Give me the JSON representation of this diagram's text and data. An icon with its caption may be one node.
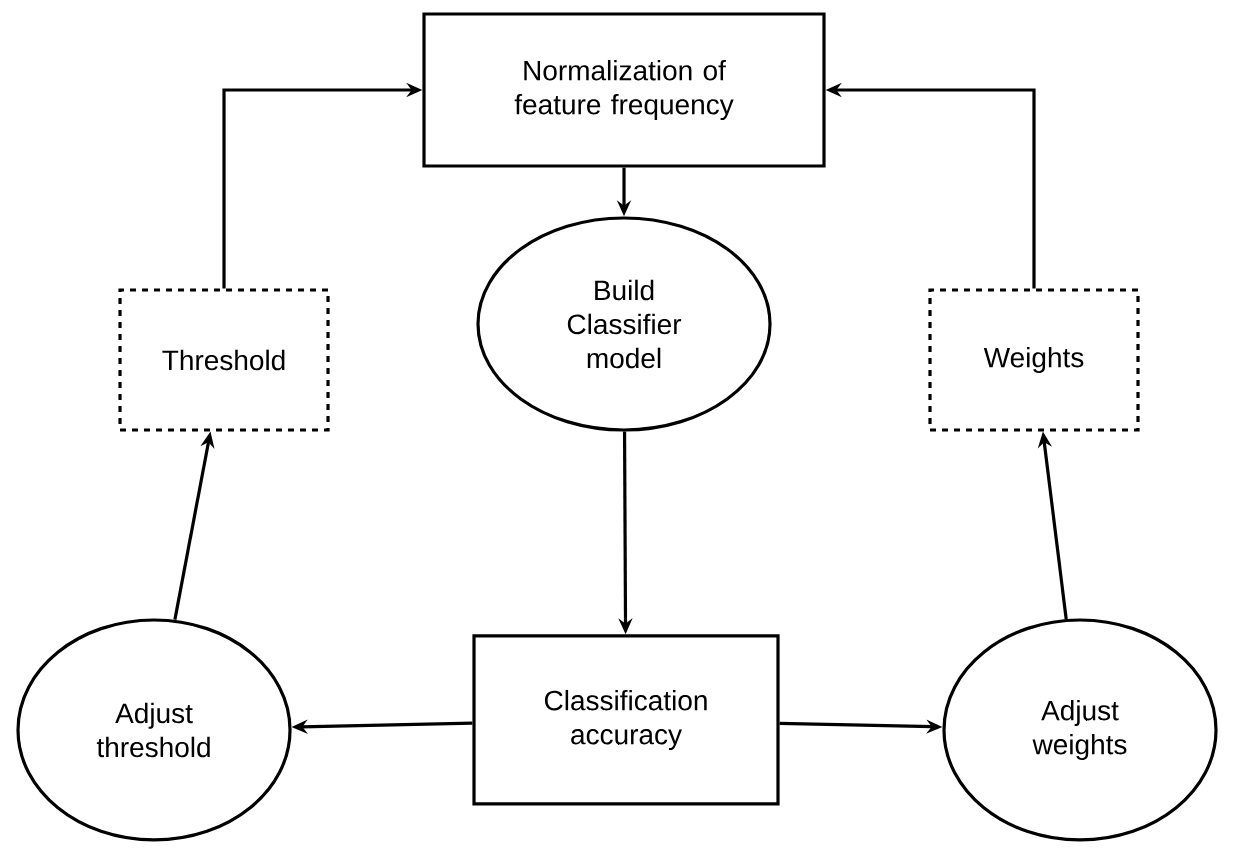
{
  "diagram": {
    "nodes": [
      {
        "text": [
          "Normalization of feature frequency"
        ]
      },
      {
        "text": [
          "Threshold"
        ]
      },
      {
        "text": [
          "Build Classifier model"
        ]
      },
      {
        "text": [
          "Weights"
        ]
      },
      {
        "text": [
          "Adjust threshold"
        ]
      },
      {
        "text": [
          "Classification accuracy"
        ]
      },
      {
        "text": [
          "Adjust weights"
        ]
      }
    ],
    "edges": [
      {
        "from": 0,
        "to": 2,
        "arrow": "to"
      },
      {
        "from": 2,
        "to": 5,
        "arrow": "to"
      },
      {
        "from": 5,
        "to": 4,
        "arrow": "to"
      },
      {
        "from": 5,
        "to": 6,
        "arrow": "to"
      },
      {
        "from": 4,
        "to": 1,
        "arrow": "to"
      },
      {
        "from": 6,
        "to": 3,
        "arrow": "to"
      },
      {
        "from": 1,
        "to": 0,
        "arrow": "to"
      },
      {
        "from": 3,
        "to": 0,
        "arrow": "to"
      }
    ]
  }
}
